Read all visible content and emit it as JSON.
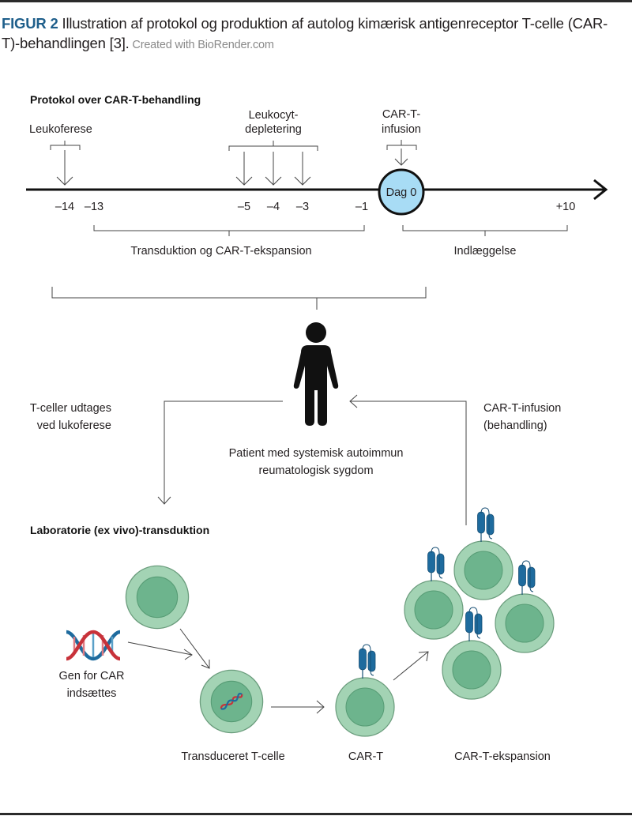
{
  "caption": {
    "figure_label": "FIGUR 2",
    "text": " Illustration af protokol og produktion af autolog kimærisk antigenreceptor T-celle (CAR-T)-behandlingen [3].",
    "credit": " Created with BioRender.com"
  },
  "protocol": {
    "heading": "Protokol over CAR-T-behandling",
    "events": {
      "leukoferese": "Leukoferese",
      "depletion_line1": "Leukocyt-",
      "depletion_line2": "depletering",
      "infusion_line1": "CAR-T-",
      "infusion_line2": "infusion"
    },
    "day_zero_label": "Dag 0",
    "ticks": [
      "–14",
      "–13",
      "–5",
      "–4",
      "–3",
      "–1",
      "+10"
    ],
    "phases": {
      "transduction": "Transduktion og CAR-T-ekspansion",
      "admission": "Indlæggelse"
    }
  },
  "patient": {
    "label_line1": "Patient med systemisk autoimmun",
    "label_line2": "reumatologisk sygdom",
    "icon": "person-icon"
  },
  "flow": {
    "left_line1": "T-celler udtages",
    "left_line2": "ved lukoferese",
    "right_line1": "CAR-T-infusion",
    "right_line2": "(behandling)"
  },
  "lab": {
    "heading": "Laboratorie (ex vivo)-transduktion",
    "gene_line1": "Gen for CAR",
    "gene_line2": "indsættes",
    "transduced": "Transduceret T-celle",
    "car_t": "CAR-T",
    "expansion": "CAR-T-ekspansion"
  },
  "colors": {
    "figure_label": "#1f5f8b",
    "day_zero_fill": "#a8dcf5",
    "cell_outer": "#a3d3b4",
    "cell_inner": "#6db48d",
    "car_receptor": "#1e6b9e",
    "dna_red": "#c8323a",
    "dna_blue": "#1e6b9e"
  }
}
